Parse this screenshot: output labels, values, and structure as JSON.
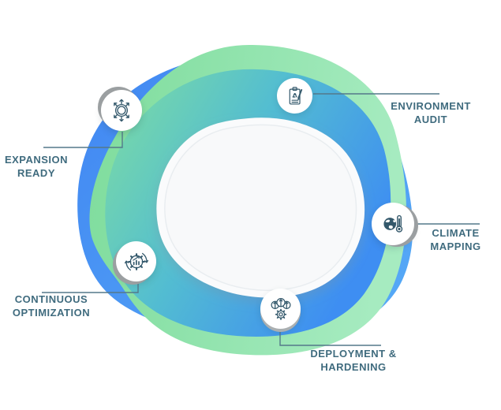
{
  "diagram": {
    "title": "environment services blob infographic",
    "colors": {
      "background": "#ffffff",
      "blob_blue": "#4a90f4",
      "blob_green_light": "#7edc9c",
      "blob_green_lighter": "#a6ebc0",
      "blob_gradient_green": "#7fdea1",
      "blob_gradient_teal": "#53bdd1",
      "blob_gradient_blue": "#3e8ef2",
      "blob_white": "#fafbfc",
      "label_text": "#3f6b7e",
      "connector_line": "#54798a",
      "icon_stroke": "#33586b",
      "circle_ring_gray": "#9b9fa1"
    },
    "nodes": [
      {
        "id": "expansion-ready",
        "icon": "expand-arrows-icon",
        "line1": "EXPANSION",
        "line2": "READY"
      },
      {
        "id": "environment-audit",
        "icon": "clipboard-recycle-icon",
        "line1": "ENVIRONMENT",
        "line2": "AUDIT"
      },
      {
        "id": "climate-mapping",
        "icon": "globe-thermometer-icon",
        "line1": "CLIMATE",
        "line2": "MAPPING"
      },
      {
        "id": "continuous-optimization",
        "icon": "gear-chart-refresh-icon",
        "line1": "CONTINUOUS",
        "line2": "OPTIMIZATION"
      },
      {
        "id": "deployment-hardening",
        "icon": "cloud-upload-gear-icon",
        "line1": "DEPLOYMENT &",
        "line2": "HARDENING"
      }
    ]
  }
}
